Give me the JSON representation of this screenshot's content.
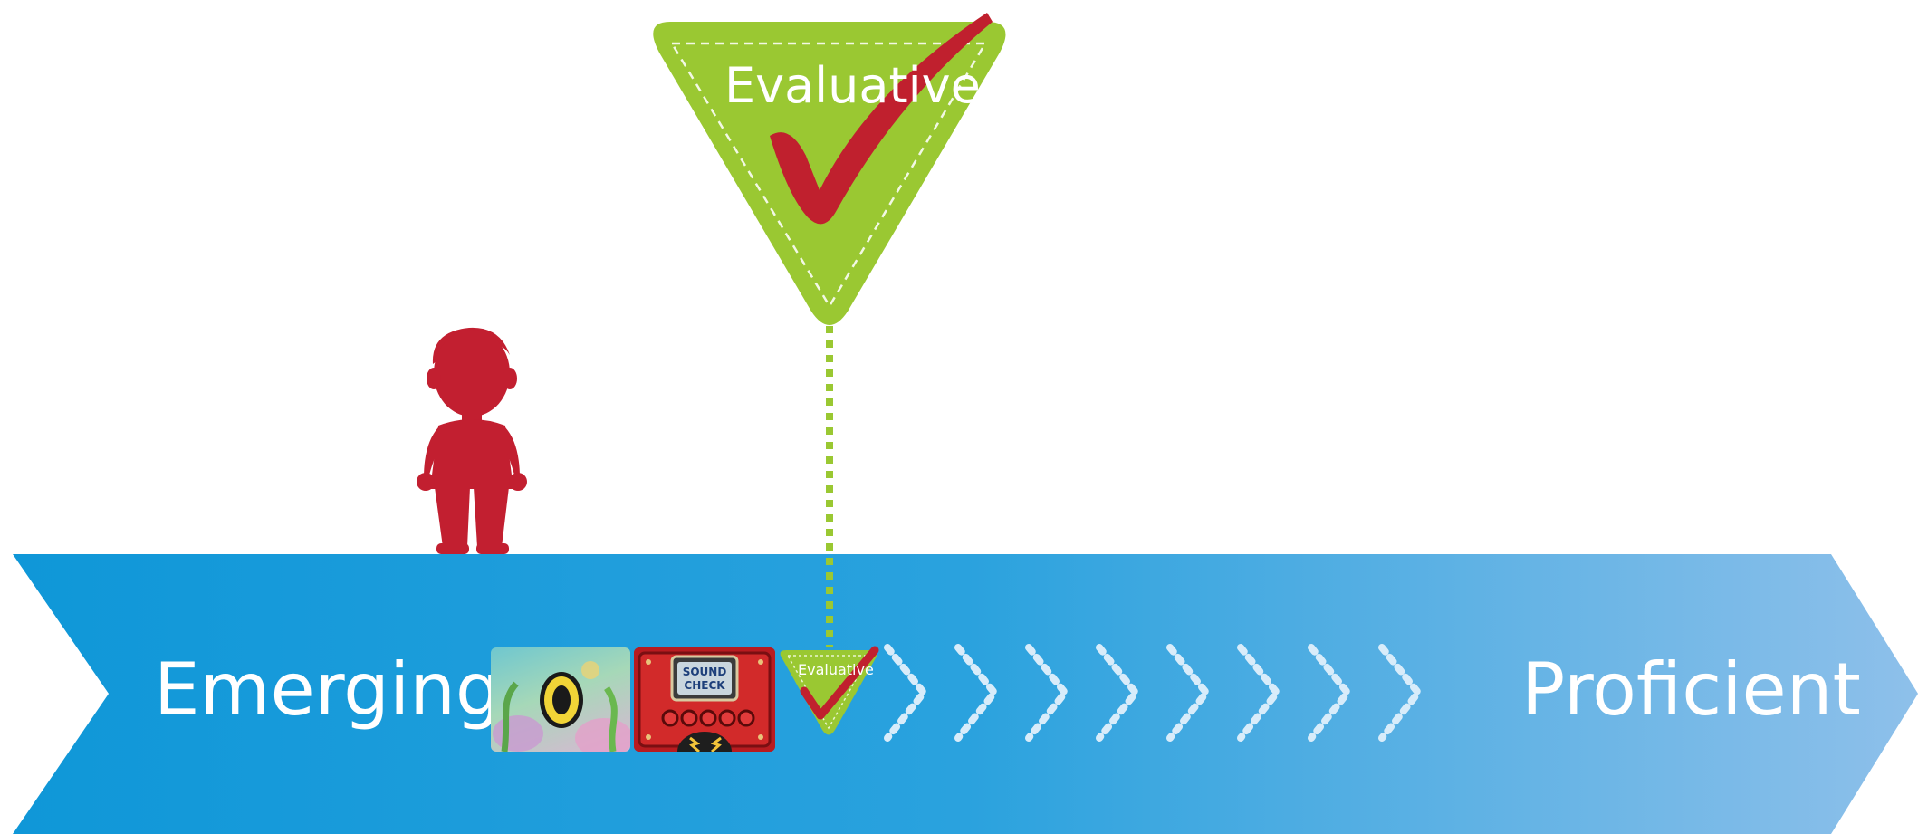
{
  "progression": {
    "start_label": "Emerging",
    "end_label": "Proficient"
  },
  "badge": {
    "label": "Evaluative",
    "fill_color": "#9ac832",
    "check_color": "#c0202e"
  },
  "mini_badge": {
    "label": "Evaluative"
  },
  "activities": [
    {
      "name": "O-underwater-activity",
      "letter": "O"
    },
    {
      "name": "sound-check-activity",
      "title_line1": "SOUND",
      "title_line2": "CHECK"
    }
  ],
  "colors": {
    "arrow_start": "#0f97d8",
    "arrow_end": "#8ec0ea",
    "child_figure": "#c21f30",
    "connector": "#9ac832"
  }
}
